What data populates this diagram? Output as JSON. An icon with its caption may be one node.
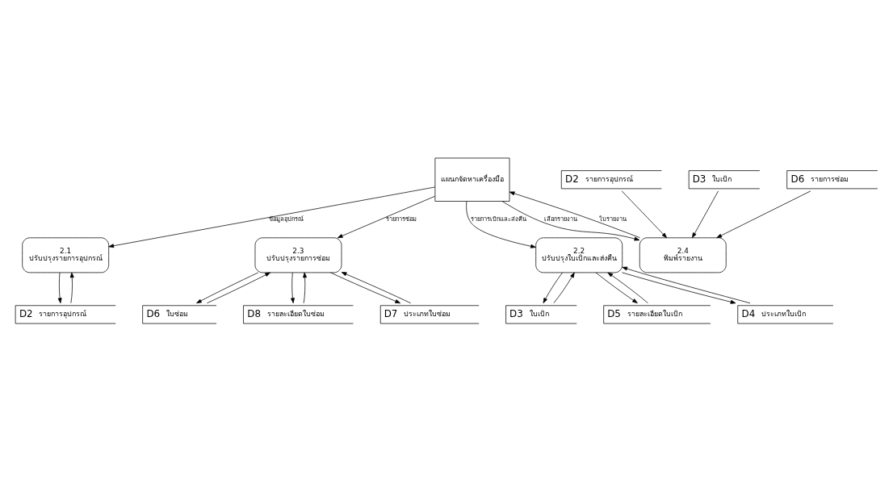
{
  "diagram": {
    "nodes": [
      {
        "text": [
          "แผนกจัดหาเครื่องมือ"
        ]
      },
      {
        "text": [
          "2.1",
          "ปรับปรุงรายการอุปกรณ์"
        ]
      },
      {
        "text": [
          "D2",
          "รายการอุปกรณ์"
        ]
      },
      {
        "text": [
          "2.4",
          "พิมพ์รายงาน"
        ]
      },
      {
        "text": [
          "D2",
          "รายการอุปกรณ์"
        ]
      },
      {
        "text": [
          "D3",
          "ใบเบิก"
        ]
      },
      {
        "text": [
          "D6",
          "รายการซ่อม"
        ]
      },
      {
        "text": [
          "2.3",
          "ปรับปรุงรายการซ่อม"
        ]
      },
      {
        "text": [
          "D6",
          "ใบซ่อม"
        ]
      },
      {
        "text": [
          "D8",
          "รายละเอียดใบซ่อม"
        ]
      },
      {
        "text": [
          "D7",
          "ประเภทใบซ่อม"
        ]
      },
      {
        "text": [
          "2.2",
          "ปรับปรุงใบเบิกและส่งคืน"
        ]
      },
      {
        "text": [
          "D3",
          "ใบเบิก"
        ]
      },
      {
        "text": [
          "D5",
          "รายละเอียดใบเบิก"
        ]
      },
      {
        "text": [
          "D4",
          "ประเภทใบเบิก"
        ]
      }
    ],
    "edges": [
      {
        "from": 3,
        "to": 0,
        "arrow": "to",
        "label": "ใบรายงาน"
      },
      {
        "from": 0,
        "to": 3,
        "arrow": "to",
        "label": "เลือกรายงาน"
      },
      {
        "from": 0,
        "to": 1,
        "arrow": "to",
        "label": "ข้อมูลอุปกรณ์"
      },
      {
        "from": 1,
        "to": 2,
        "arrow": "to"
      },
      {
        "from": 2,
        "to": 1,
        "arrow": "to"
      },
      {
        "from": 0,
        "to": 7,
        "arrow": "to",
        "label": "รายการซ่อม"
      },
      {
        "from": 0,
        "to": 11,
        "arrow": "to",
        "label": "รายการเบิกและส่งคืน"
      },
      {
        "from": 4,
        "to": 3,
        "arrow": "to"
      },
      {
        "from": 5,
        "to": 3,
        "arrow": "to"
      },
      {
        "from": 6,
        "to": 3,
        "arrow": "to"
      },
      {
        "from": 7,
        "to": 9,
        "arrow": "to"
      },
      {
        "from": 9,
        "to": 7,
        "arrow": "to"
      },
      {
        "from": 10,
        "to": 7,
        "arrow": "to"
      },
      {
        "from": 7,
        "to": 10,
        "arrow": "to"
      },
      {
        "from": 8,
        "to": 7,
        "arrow": "to"
      },
      {
        "from": 7,
        "to": 8,
        "arrow": "to"
      },
      {
        "from": 11,
        "to": 13,
        "arrow": "to"
      },
      {
        "from": 13,
        "to": 11,
        "arrow": "to"
      },
      {
        "from": 14,
        "to": 11,
        "arrow": "to"
      },
      {
        "from": 11,
        "to": 14,
        "arrow": "to"
      },
      {
        "from": 12,
        "to": 11,
        "arrow": "to"
      },
      {
        "from": 11,
        "to": 12,
        "arrow": "to"
      }
    ]
  }
}
